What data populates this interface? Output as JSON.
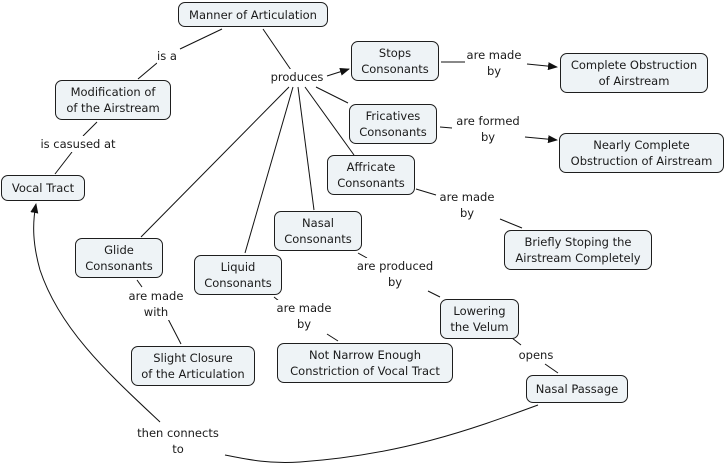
{
  "concept_map": {
    "nodes": {
      "manner": "Manner of Articulation",
      "modification": "Modification of\nof the Airstream",
      "vocal_tract": "Vocal Tract",
      "stops": "Stops\nConsonants",
      "fricatives": "Fricatives\nConsonants",
      "affricate": "Affricate\nConsonants",
      "nasal": "Nasal\nConsonants",
      "glide": "Glide\nConsonants",
      "liquid": "Liquid\nConsonants",
      "complete_obstruction": "Complete Obstruction\nof Airstream",
      "nearly_complete": "Nearly Complete\nObstruction of Airstream",
      "briefly_stoping": "Briefly Stoping the\nAirstream Completely",
      "lowering_velum": "Lowering\nthe Velum",
      "nasal_passage": "Nasal Passage",
      "slight_closure": "Slight Closure\nof the Articulation",
      "not_narrow": "Not Narrow Enough\nConstriction of Vocal Tract"
    },
    "links": {
      "is_a": "is a",
      "is_caused_at": "is casused at",
      "produces": "produces",
      "stops_made_by": "are made\nby",
      "fricatives_formed_by": "are formed\nby",
      "affricate_made_by": "are made\nby",
      "nasal_produced_by": "are produced\nby",
      "glide_made_with": "are made\nwith",
      "liquid_made_by": "are made\nby",
      "opens": "opens",
      "then_connects_to": "then connects\nto"
    }
  }
}
